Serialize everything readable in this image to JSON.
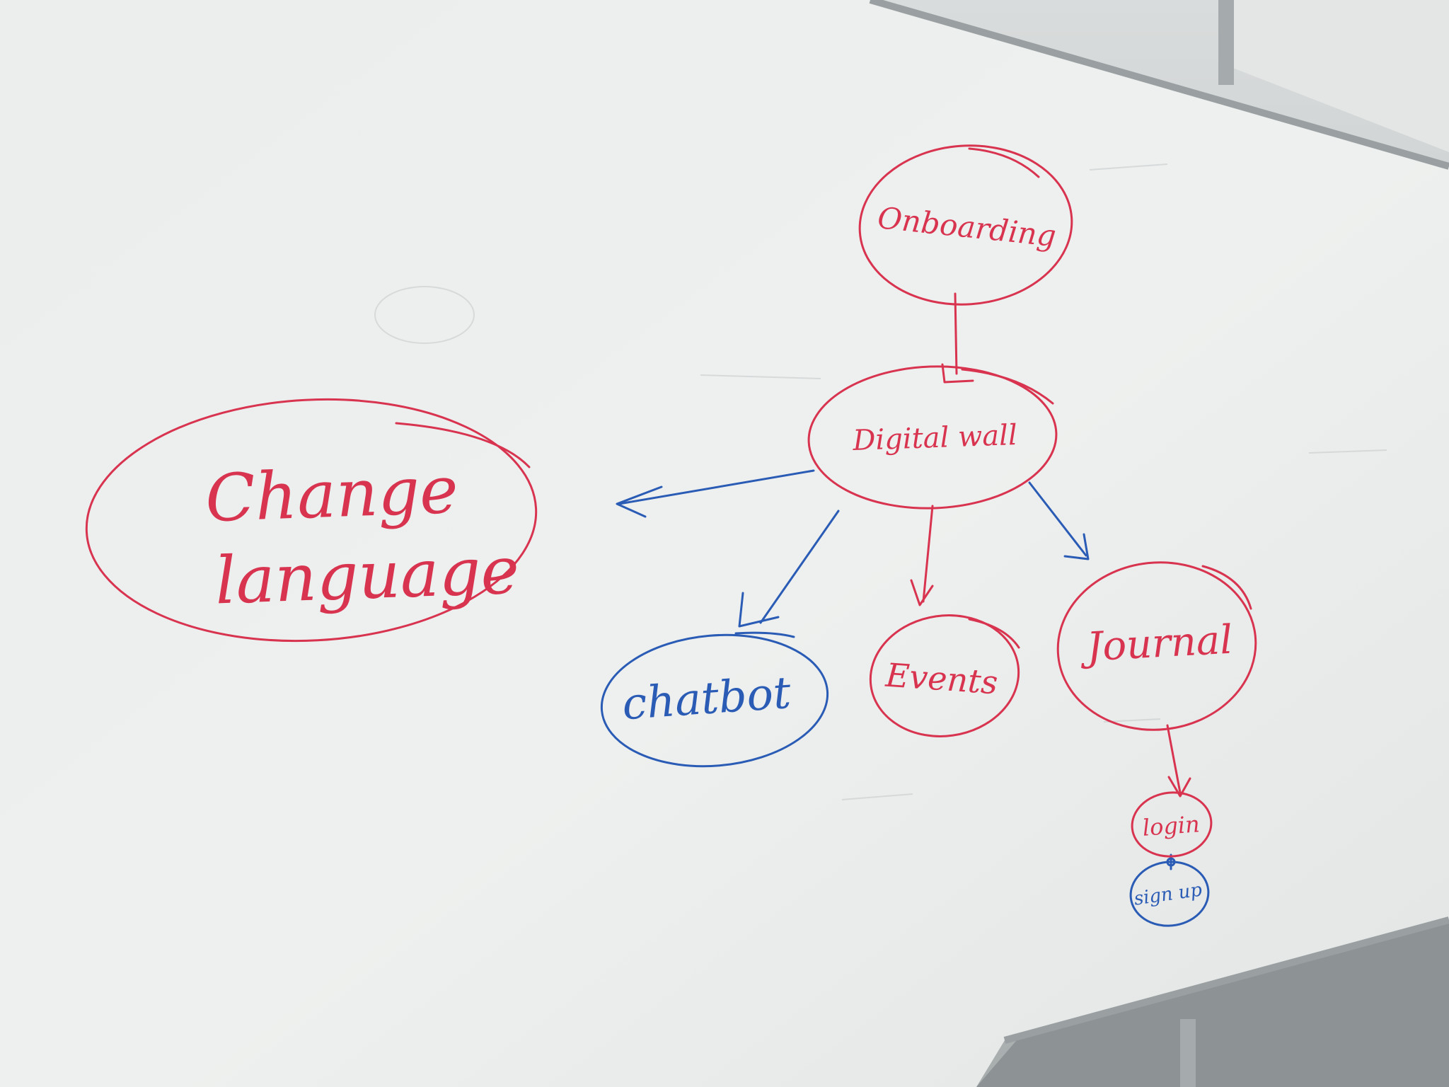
{
  "nodes": {
    "onboarding": {
      "label": "Onboarding",
      "color": "#d8334f"
    },
    "digital_wall": {
      "label": "Digital wall",
      "color": "#d8334f"
    },
    "change_language": {
      "line1": "Change",
      "line2": "language",
      "color": "#d8334f"
    },
    "chatbot": {
      "label": "chatbot",
      "color": "#2a5bb5"
    },
    "events": {
      "label": "Events",
      "color": "#d8334f"
    },
    "journal": {
      "label": "Journal",
      "color": "#d8334f"
    },
    "login": {
      "label": "login",
      "color": "#d8334f"
    },
    "sign_up": {
      "label": "sign up",
      "color": "#2a5bb5"
    }
  },
  "edges": [
    {
      "from": "onboarding",
      "to": "digital_wall",
      "color": "#d8334f",
      "style": "line"
    },
    {
      "from": "digital_wall",
      "to": "change_language",
      "color": "#2a5bb5",
      "style": "arrow"
    },
    {
      "from": "digital_wall",
      "to": "chatbot",
      "color": "#2a5bb5",
      "style": "arrow"
    },
    {
      "from": "digital_wall",
      "to": "events",
      "color": "#d8334f",
      "style": "arrow"
    },
    {
      "from": "digital_wall",
      "to": "journal",
      "color": "#2a5bb5",
      "style": "arrow"
    },
    {
      "from": "journal",
      "to": "login",
      "color": "#d8334f",
      "style": "arrow"
    },
    {
      "from": "login",
      "to": "sign_up",
      "color": "#2a5bb5",
      "style": "line"
    }
  ]
}
